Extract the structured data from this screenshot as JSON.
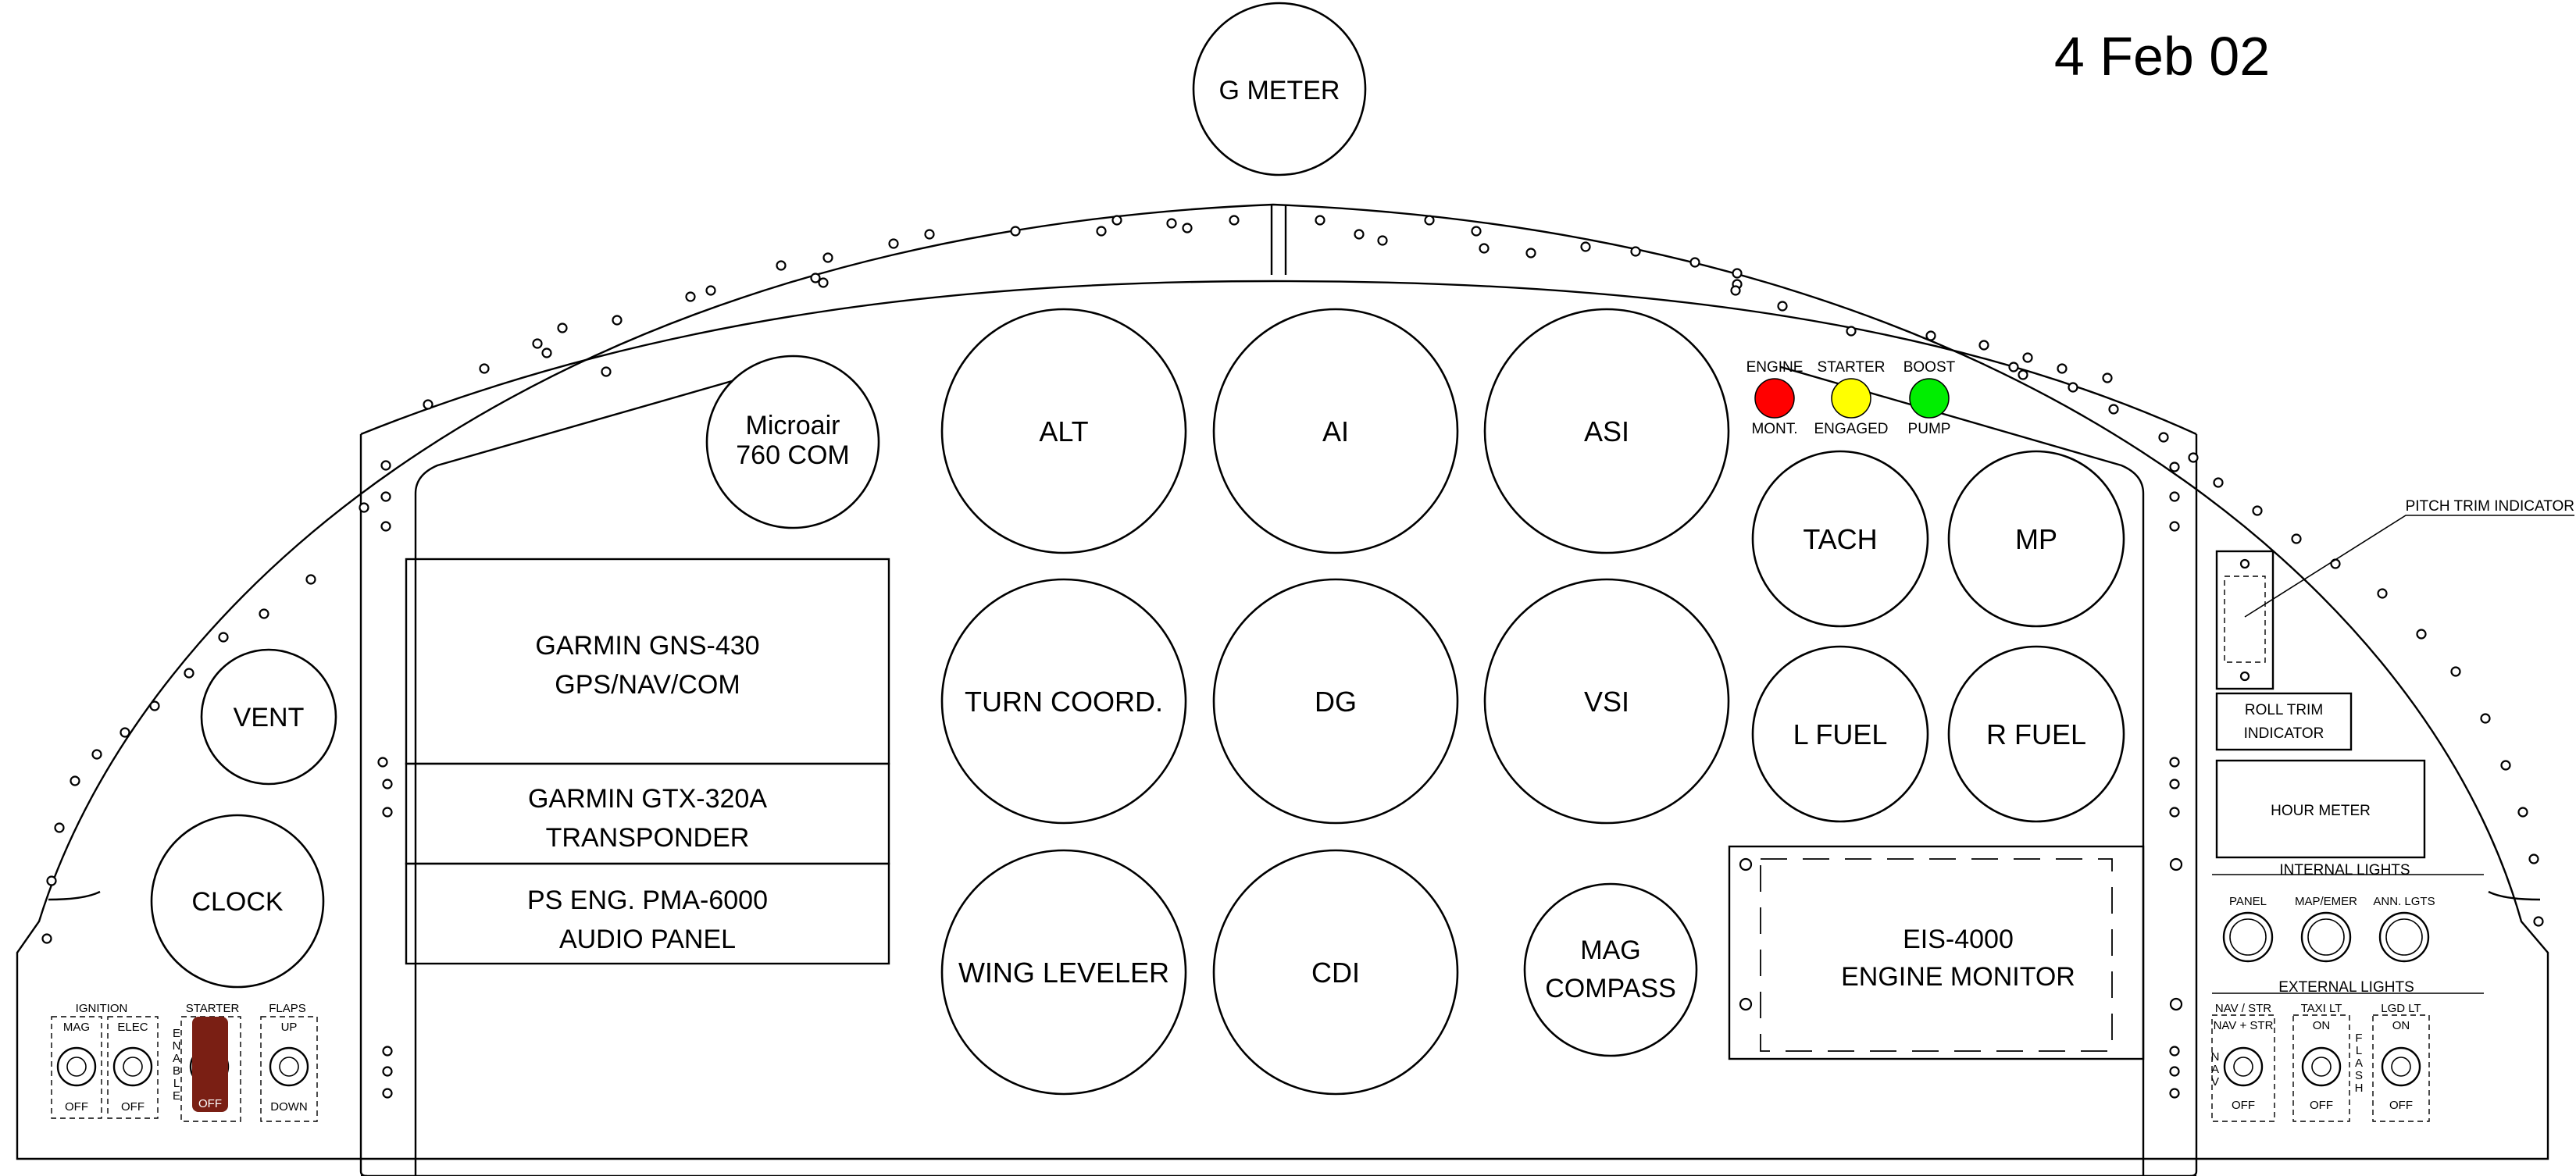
{
  "date": "4 Feb 02",
  "instruments": {
    "g_meter": "G METER",
    "alt": "ALT",
    "ai": "AI",
    "asi": "ASI",
    "turn_coord": "TURN COORD.",
    "dg": "DG",
    "vsi": "VSI",
    "wing_leveler": "WING LEVELER",
    "cdi": "CDI",
    "mag_compass_1": "MAG",
    "mag_compass_2": "COMPASS",
    "tach": "TACH",
    "mp": "MP",
    "l_fuel": "L FUEL",
    "r_fuel": "R FUEL",
    "microair_1": "Microair",
    "microair_2": "760 COM",
    "vent": "VENT",
    "clock": "CLOCK"
  },
  "avionics": {
    "gns430_1": "GARMIN GNS-430",
    "gns430_2": "GPS/NAV/COM",
    "gtx320_1": "GARMIN GTX-320A",
    "gtx320_2": "TRANSPONDER",
    "pma6000_1": "PS ENG. PMA-6000",
    "pma6000_2": "AUDIO PANEL",
    "eis_1": "EIS-4000",
    "eis_2": "ENGINE MONITOR"
  },
  "annunciators": {
    "engine_top": "ENGINE",
    "engine_bottom": "MONT.",
    "engine_color": "#ff0000",
    "starter_top": "STARTER",
    "starter_bottom": "ENGAGED",
    "starter_color": "#ffff00",
    "boost_top": "BOOST",
    "boost_bottom": "PUMP",
    "boost_color": "#00ee00"
  },
  "right_panel": {
    "pitch_trim": "PITCH TRIM INDICATOR",
    "roll_trim_1": "ROLL TRIM",
    "roll_trim_2": "INDICATOR",
    "hour_meter": "HOUR METER",
    "internal_lights": "INTERNAL LIGHTS",
    "panel": "PANEL",
    "map_emer": "MAP/EMER",
    "ann_lgts": "ANN. LGTS",
    "external_lights": "EXTERNAL LIGHTS",
    "nav_str": "NAV / STR",
    "nav_str_inner": "NAV + STR",
    "taxi_lt": "TAXI LT",
    "lgd_lt": "LGD LT",
    "on": "ON",
    "off": "OFF",
    "nav_vert": [
      "N",
      "A",
      "V"
    ],
    "flash_vert": [
      "F",
      "L",
      "A",
      "S",
      "H"
    ]
  },
  "left_panel": {
    "ignition": "IGNITION",
    "mag": "MAG",
    "elec": "ELEC",
    "off": "OFF",
    "starter": "STARTER",
    "enable_vert": [
      "E",
      "N",
      "A",
      "B",
      "L",
      "E"
    ],
    "starter_off": "OFF",
    "starter_handle_color": "#7a1f14",
    "flaps": "FLAPS",
    "up": "UP",
    "down": "DOWN"
  }
}
